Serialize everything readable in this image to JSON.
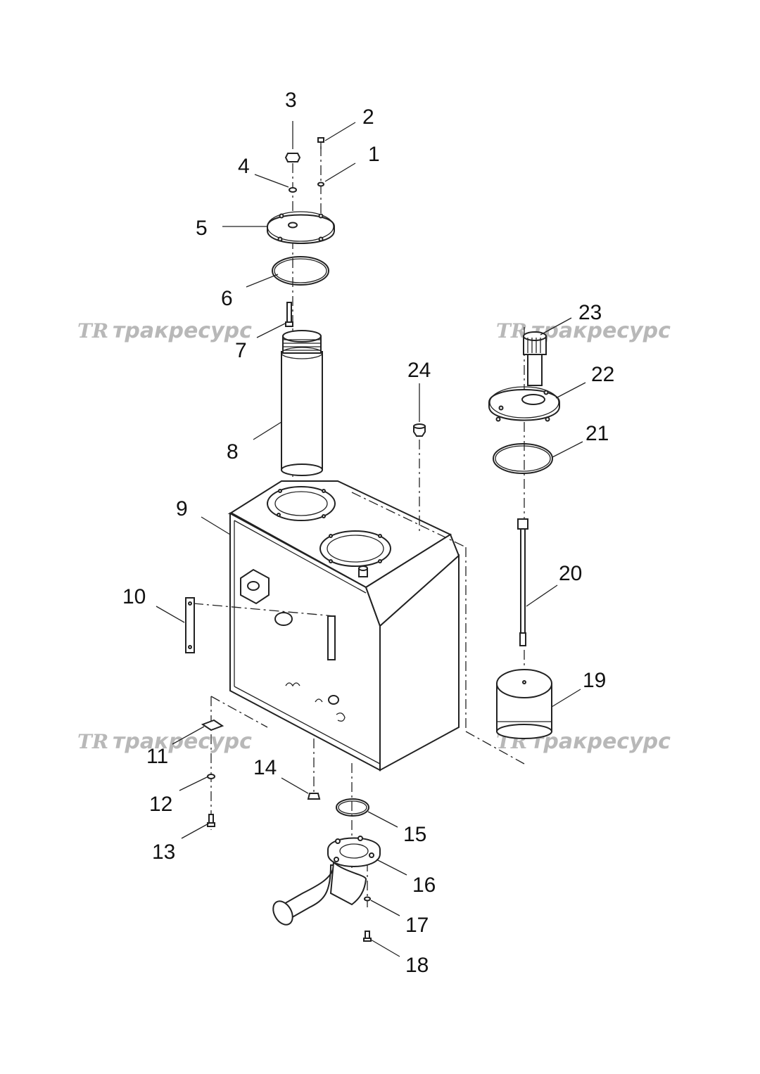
{
  "callouts": [
    "1",
    "2",
    "3",
    "4",
    "5",
    "6",
    "7",
    "8",
    "9",
    "10",
    "11",
    "12",
    "13",
    "14",
    "15",
    "16",
    "17",
    "18",
    "19",
    "20",
    "21",
    "22",
    "23",
    "24"
  ],
  "watermark": {
    "logo": "TR",
    "text": "тракресурс"
  }
}
